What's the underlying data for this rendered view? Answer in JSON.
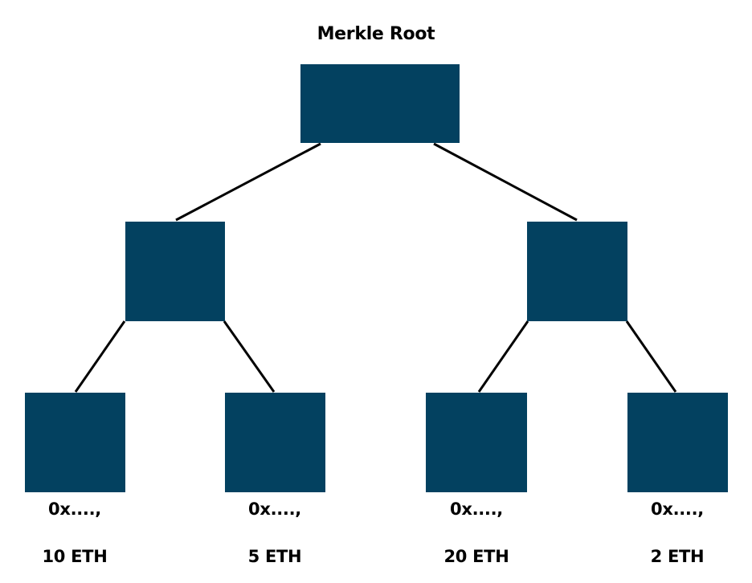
{
  "title": "Merkle Root",
  "colors": {
    "node_fill": "#034160",
    "edge": "#000000",
    "background": "#ffffff"
  },
  "leaves": [
    {
      "address": "0x....,",
      "amount": "10 ETH"
    },
    {
      "address": "0x....,",
      "amount": "5 ETH"
    },
    {
      "address": "0x....,",
      "amount": "20 ETH"
    },
    {
      "address": "0x....,",
      "amount": "2 ETH"
    }
  ]
}
